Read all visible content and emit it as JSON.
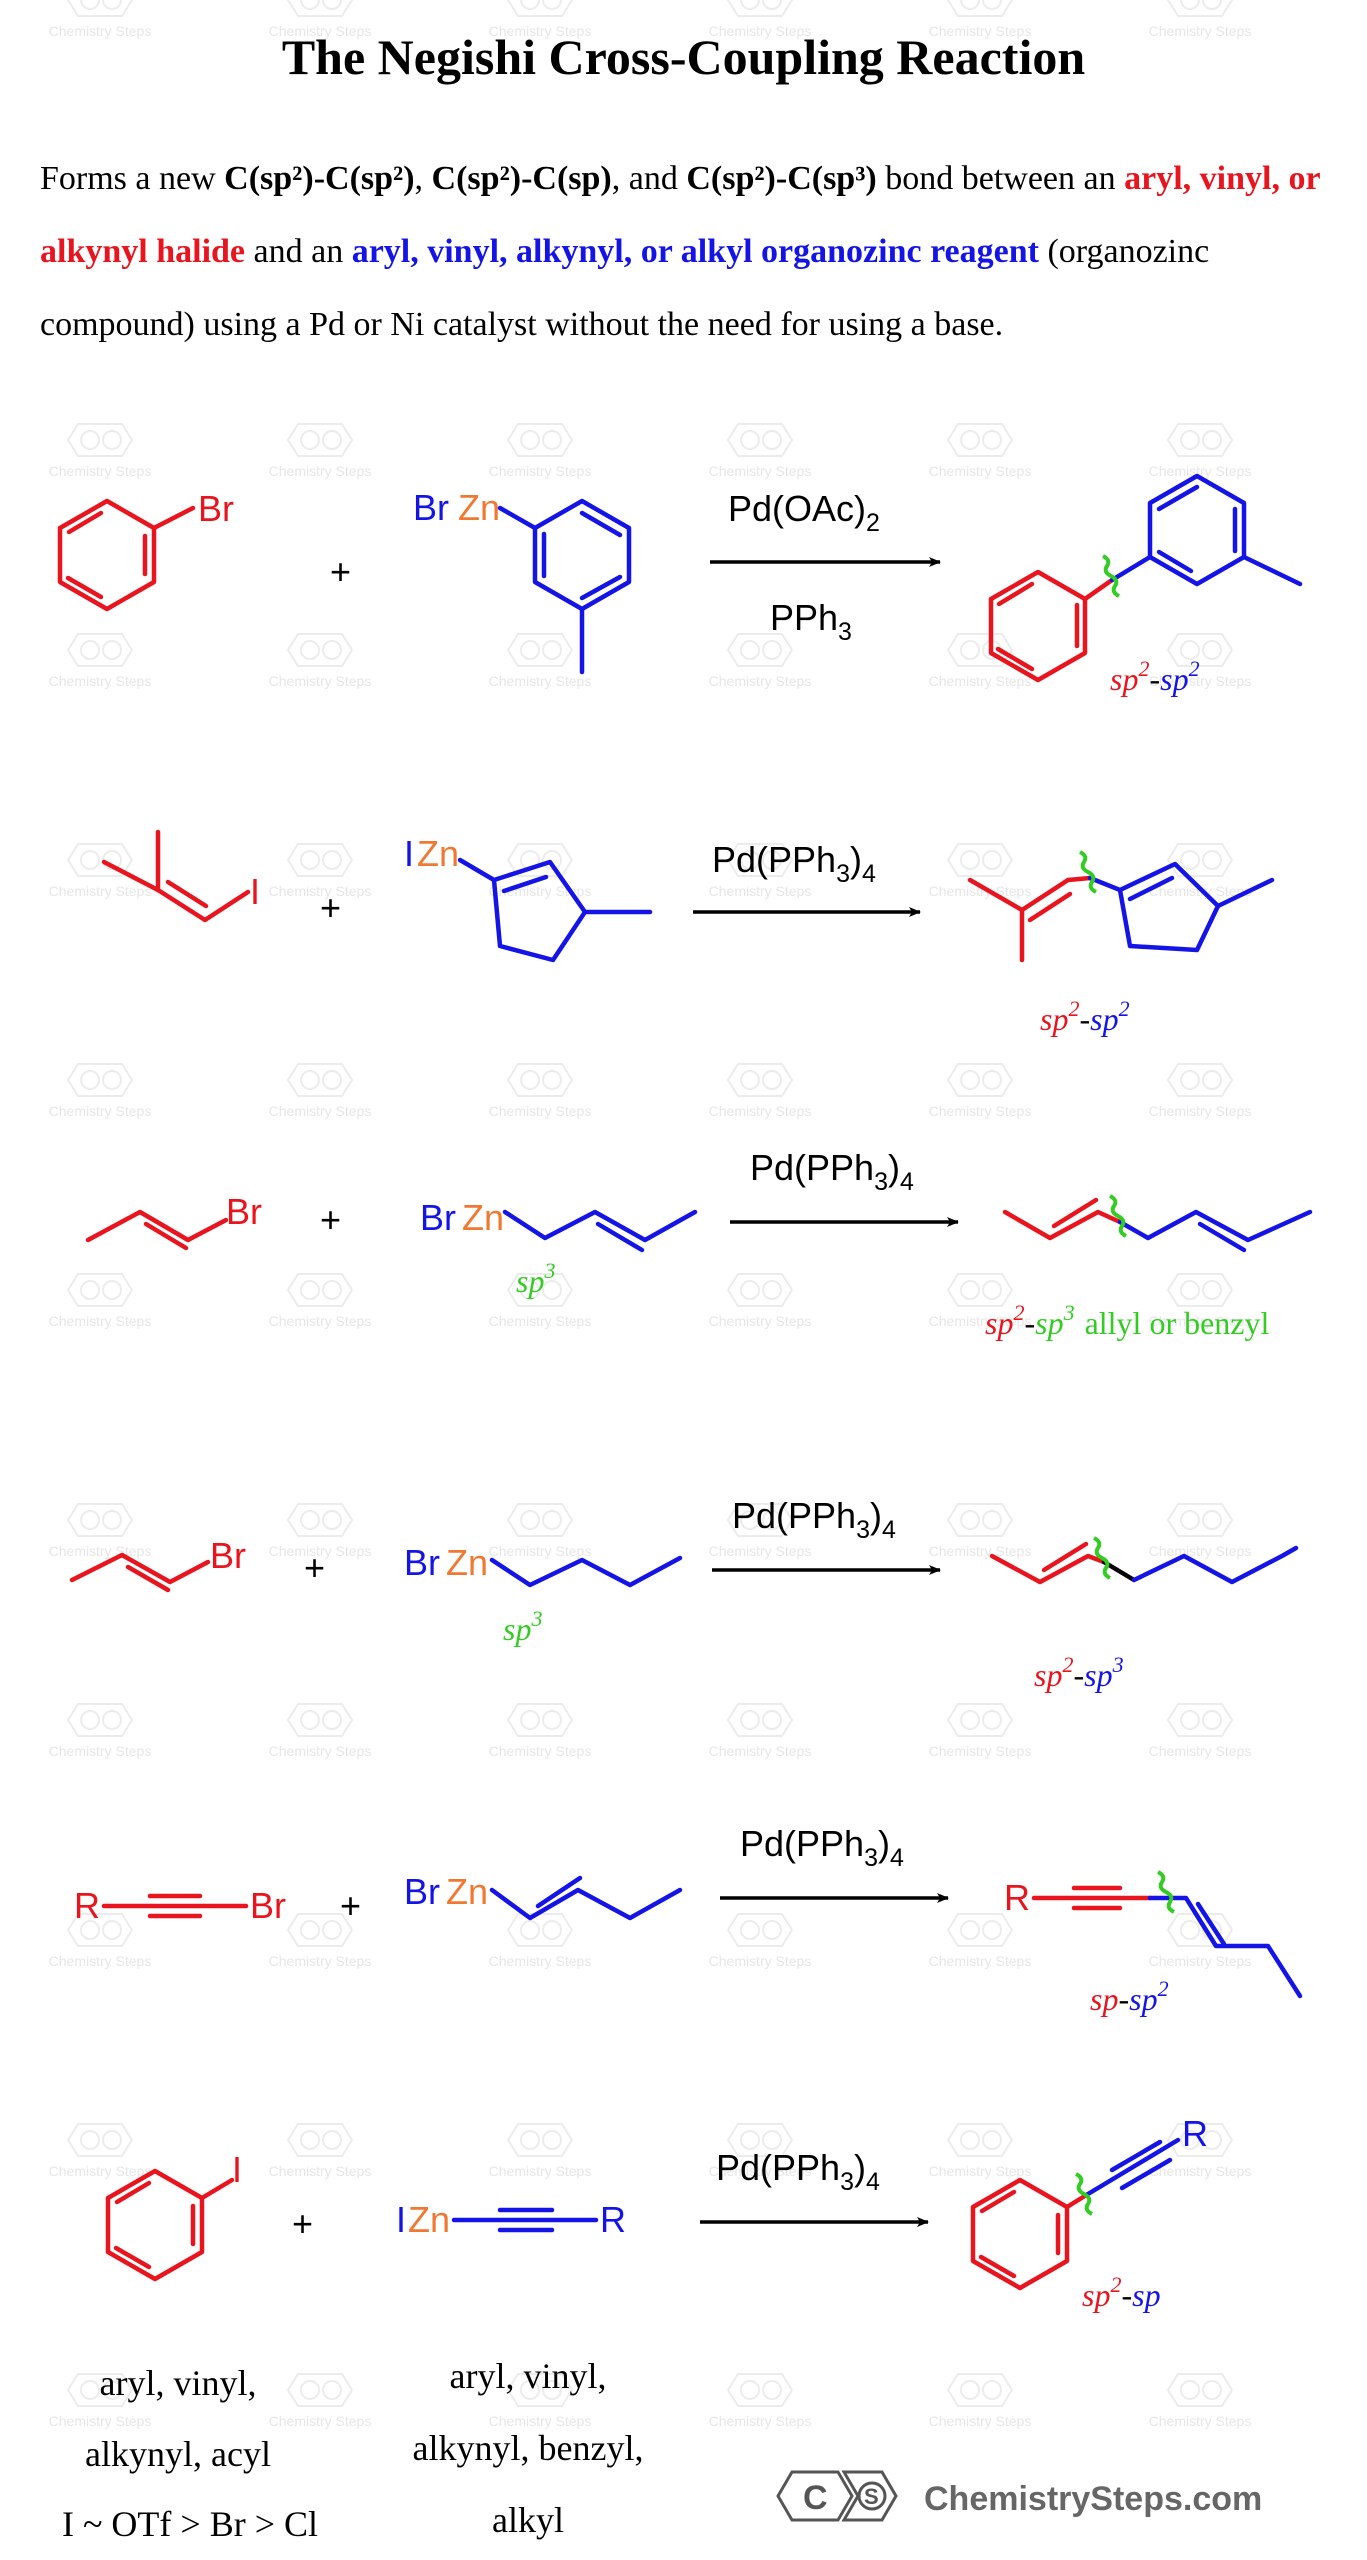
{
  "title": "The Negishi Cross-Coupling Reaction",
  "intro": {
    "t1": "Forms a new ",
    "b1": "C(sp²)-C(sp²)",
    "t2": ", ",
    "b2": "C(sp²)-C(sp)",
    "t3": ", and ",
    "b3": "C(sp²)-C(sp³)",
    "t4": " bond between an ",
    "red": "aryl, vinyl, or alkynyl halide",
    "t5": " and an ",
    "blue": "aryl, vinyl, alkynyl, or alkyl organozinc reagent",
    "t6": " (organozinc compound) using a Pd or Ni catalyst without the need for using a base."
  },
  "colors": {
    "halide": "#e8141e",
    "organozinc": "#1414e6",
    "zinc": "#f07830",
    "bond": "#33cc22",
    "text": "#000000"
  },
  "plus": "+",
  "reactions": [
    {
      "halogen": "Br",
      "zn_group": [
        "Br",
        "Zn"
      ],
      "catalyst_main": "Pd(OAc)",
      "catalyst_sub": "2",
      "ligand_main": "PPh",
      "ligand_sub": "3",
      "label": [
        "sp",
        "2",
        "-",
        "sp",
        "2"
      ]
    },
    {
      "halogen": "I",
      "zn_group": [
        "I",
        "Zn"
      ],
      "catalyst": [
        "Pd(PPh",
        "3",
        ")",
        "4"
      ],
      "label": [
        "sp",
        "2",
        "-",
        "sp",
        "2"
      ]
    },
    {
      "halogen": "Br",
      "zn_group": [
        "Br",
        "Zn"
      ],
      "reagent_hybrid": [
        "sp",
        "3"
      ],
      "catalyst": [
        "Pd(PPh",
        "3",
        ")",
        "4"
      ],
      "label": [
        "sp",
        "2",
        "-",
        "sp",
        "3"
      ],
      "note": "allyl or benzyl"
    },
    {
      "halogen": "Br",
      "zn_group": [
        "Br",
        "Zn"
      ],
      "reagent_hybrid": [
        "sp",
        "3"
      ],
      "catalyst": [
        "Pd(PPh",
        "3",
        ")",
        "4"
      ],
      "label": [
        "sp",
        "2",
        "-",
        "sp",
        "3"
      ]
    },
    {
      "r_group": "R",
      "halogen": "Br",
      "zn_group": [
        "Br",
        "Zn"
      ],
      "catalyst": [
        "Pd(PPh",
        "3",
        ")",
        "4"
      ],
      "product_r": "R",
      "label": [
        "sp",
        "-",
        "sp",
        "2"
      ]
    },
    {
      "halogen": "I",
      "zn_group": [
        "I",
        "Zn"
      ],
      "reagent_r": "R",
      "catalyst": [
        "Pd(PPh",
        "3",
        ")",
        "4"
      ],
      "product_r": "R",
      "label": [
        "sp",
        "2",
        "-",
        "sp"
      ]
    }
  ],
  "footer": {
    "halide_lines": [
      "aryl, vinyl,",
      "alkynyl, acyl",
      "I ~ OTf > Br > Cl"
    ],
    "reagent_lines": [
      "aryl, vinyl,",
      "alkynyl, benzyl,",
      "alkyl"
    ],
    "brand": "ChemistrySteps.com",
    "logo_letters": [
      "C",
      "S"
    ]
  },
  "watermark_text": "Chemistry Steps"
}
